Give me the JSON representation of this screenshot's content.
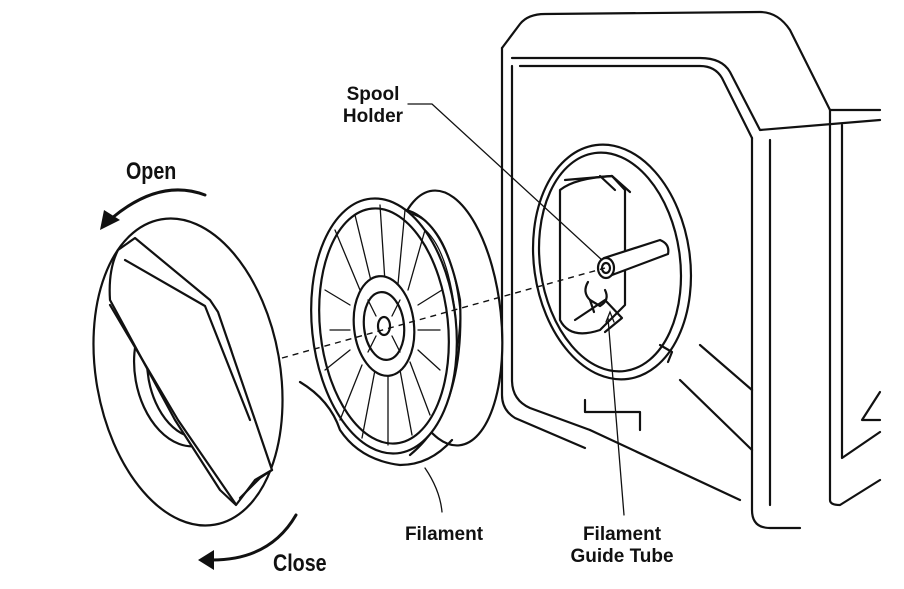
{
  "labels": {
    "spool_holder_line1": "Spool",
    "spool_holder_line2": "Holder",
    "open": "Open",
    "close": "Close",
    "filament": "Filament",
    "guide_tube_line1": "Filament",
    "guide_tube_line2": "Guide Tube"
  }
}
